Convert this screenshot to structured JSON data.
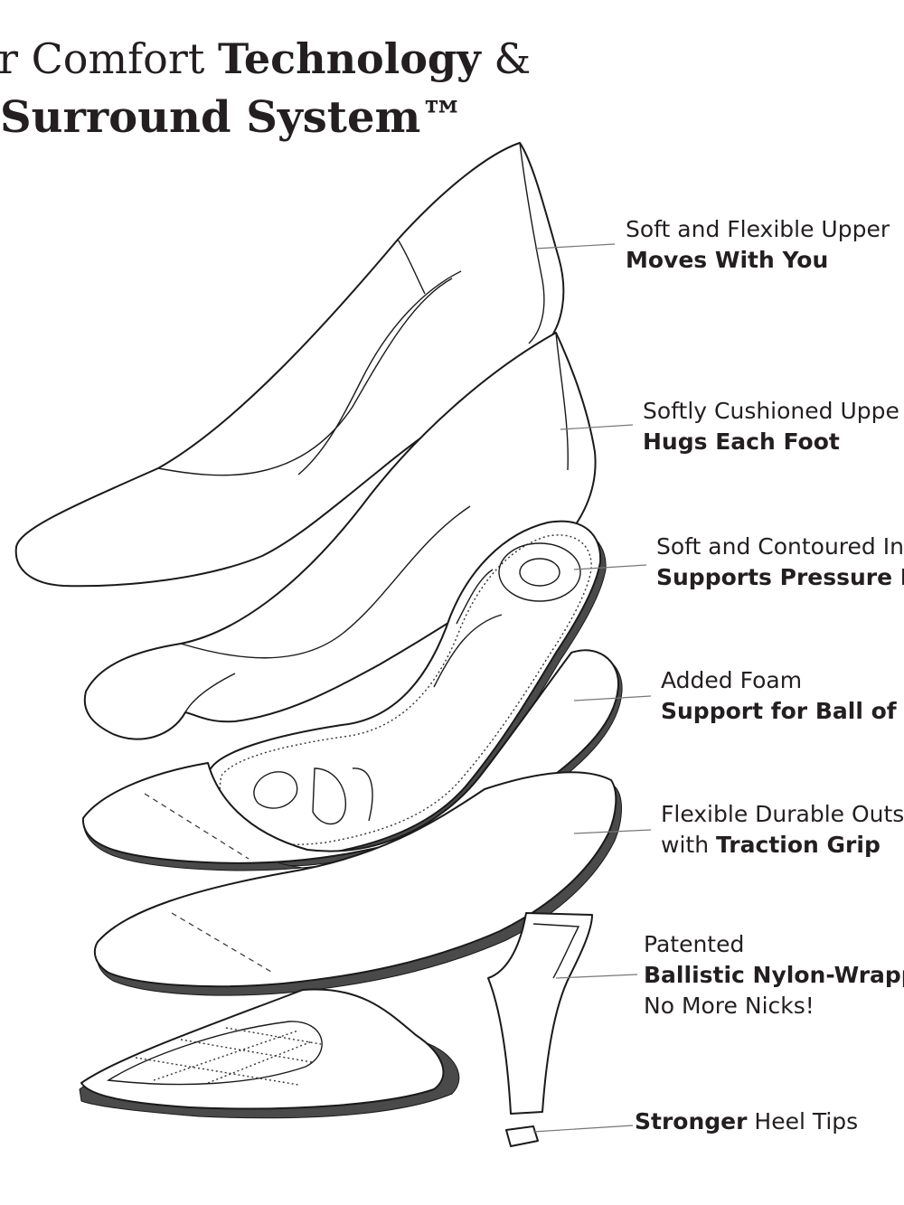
{
  "title": {
    "line1_regular_a": "r Comfort ",
    "line1_bold": "Technology",
    "line1_regular_b": " &",
    "line2_bold": "Surround System™"
  },
  "callouts": [
    {
      "id": "upper",
      "line1_regular": "Soft and Flexible Upper",
      "line2_bold": "Moves With You"
    },
    {
      "id": "cushioned-upper",
      "line1_regular": "Softly Cushioned Uppe",
      "line2_bold": "Hugs Each Foot"
    },
    {
      "id": "insole",
      "line1_regular": "Soft and Contoured In",
      "line2_bold": "Supports Pressure Po"
    },
    {
      "id": "foam",
      "line1_regular": "Added Foam",
      "line2_bold": "Support for Ball of F"
    },
    {
      "id": "outsole",
      "line1_regular": "Flexible Durable Outs",
      "line2_prefix": "with ",
      "line2_bold": "Traction Grip"
    },
    {
      "id": "heel",
      "line1_regular": "Patented",
      "line2_bold": "Ballistic Nylon-Wrappe",
      "line3_regular": "No More Nicks!"
    },
    {
      "id": "heel-tips",
      "line1_bold": "Stronger",
      "line1_regular": " Heel Tips"
    }
  ],
  "colors": {
    "ink": "#231f20",
    "leader": "#777777",
    "sole_edge": "#4a4a4a"
  }
}
